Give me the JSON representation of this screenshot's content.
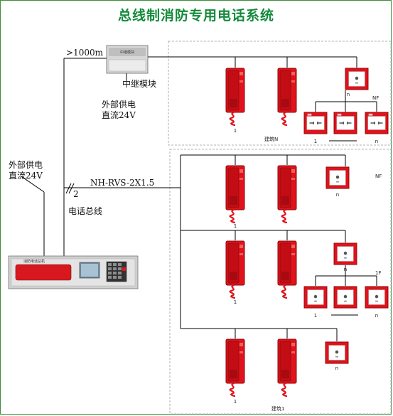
{
  "title": "总线制消防专用电话系统",
  "labels": {
    "distance": ">1000m",
    "relay_module": "中继模块",
    "relay_module_face": "中继模块",
    "ext_power_top_1": "外部供电",
    "ext_power_top_2": "直流24V",
    "ext_power_left_1": "外部供电",
    "ext_power_left_2": "直流24V",
    "cable_spec": "NH-RVS-2X1.5",
    "cable_count": "2",
    "bus_name": "电话总线",
    "building_n": "建筑N",
    "building_1": "建筑1",
    "floor_nf_top": "NF",
    "floor_nf_lower": "NF",
    "floor_1f": "1F",
    "host_panel": "消防电话总机"
  },
  "indices": {
    "bn_phone1": "1",
    "bn_jack_n": "n",
    "bn_sub1": "1",
    "bn_subn": "n",
    "b1_phone1": "1",
    "b1_jack_n": "n",
    "b1_phone2": "1",
    "b1_jack2_n": "n",
    "b1_sub1": "1",
    "b1_subn": "n",
    "b1_phone3": "1",
    "b1_jack3_n": "n"
  },
  "colors": {
    "title": "#138a3b",
    "device_red": "#e0121b",
    "line": "#000000",
    "dashed_box": "#9a9a9a"
  }
}
